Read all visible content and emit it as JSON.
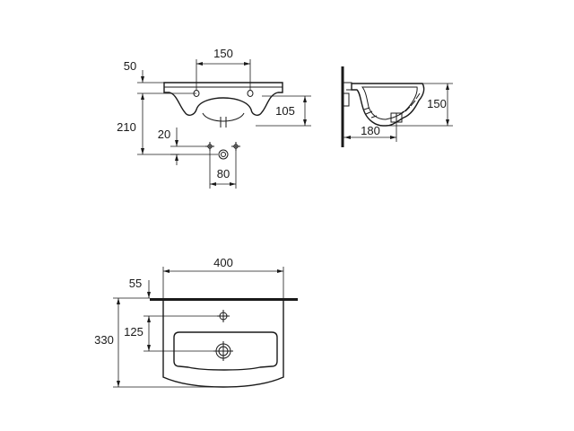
{
  "front_view": {
    "dim_tap_spacing": "150",
    "dim_top_offset": "50",
    "dim_bowl_depth": "105",
    "dim_total_height": "210",
    "dim_small_offset": "20",
    "dim_fixing_spacing": "80"
  },
  "side_view": {
    "dim_height": "150",
    "dim_projection": "180"
  },
  "plan_view": {
    "dim_width": "400",
    "dim_shelf_offset": "55",
    "dim_tap_to_drain": "125",
    "dim_total_depth": "330"
  }
}
